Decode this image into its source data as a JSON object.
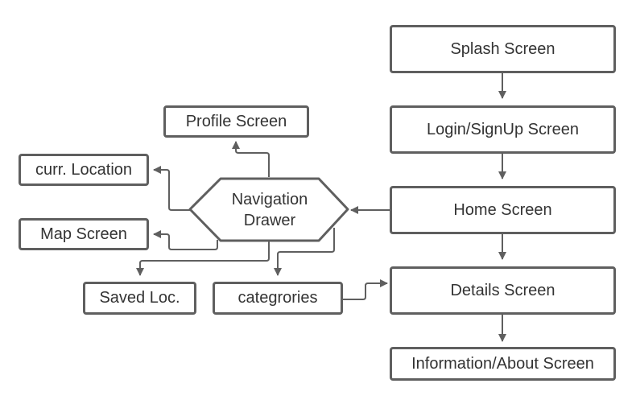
{
  "diagram": {
    "nodes": {
      "splash": "Splash Screen",
      "login": "Login/SignUp Screen",
      "home": "Home Screen",
      "details": "Details Screen",
      "information": "Information/About Screen",
      "navigation": "Navigation\nDrawer",
      "profile": "Profile Screen",
      "curr_location": "curr. Location",
      "map": "Map Screen",
      "saved": "Saved Loc.",
      "categories": "categrories"
    },
    "edges": [
      {
        "from": "splash",
        "to": "login"
      },
      {
        "from": "login",
        "to": "home"
      },
      {
        "from": "home",
        "to": "details"
      },
      {
        "from": "details",
        "to": "information"
      },
      {
        "from": "home",
        "to": "navigation"
      },
      {
        "from": "navigation",
        "to": "profile"
      },
      {
        "from": "navigation",
        "to": "curr_location"
      },
      {
        "from": "navigation",
        "to": "map"
      },
      {
        "from": "navigation",
        "to": "saved"
      },
      {
        "from": "navigation",
        "to": "categories"
      },
      {
        "from": "categories",
        "to": "details"
      }
    ],
    "colors": {
      "stroke": "#5f5f5f",
      "text": "#333333",
      "background": "#ffffff"
    }
  }
}
